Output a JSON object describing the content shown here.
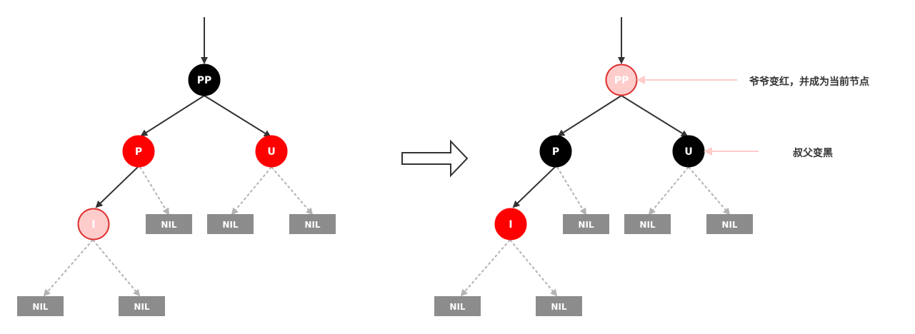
{
  "colors": {
    "black_node": "#000000",
    "red_node": "#ff0000",
    "pink_fill": "#ffcccc",
    "pink_stroke": "#e03030",
    "nil_fill": "#8c8c8c",
    "edge_solid": "#333333",
    "edge_dashed": "#b3b3b3",
    "annotation_arrow": "#ffcccc"
  },
  "before": {
    "nodes": [
      {
        "id": "pp",
        "label": "PP",
        "color": "black"
      },
      {
        "id": "p",
        "label": "P",
        "color": "red"
      },
      {
        "id": "u",
        "label": "U",
        "color": "red"
      },
      {
        "id": "i",
        "label": "I",
        "color": "pink"
      }
    ],
    "nil_label": "NIL"
  },
  "after": {
    "nodes": [
      {
        "id": "pp",
        "label": "PP",
        "color": "pink"
      },
      {
        "id": "p",
        "label": "P",
        "color": "black"
      },
      {
        "id": "u",
        "label": "U",
        "color": "black"
      },
      {
        "id": "i",
        "label": "I",
        "color": "red"
      }
    ],
    "nil_label": "NIL"
  },
  "annotations": {
    "grandparent_note": "爷爷变红，并成为当前节点",
    "uncle_note": "叔父变黑"
  },
  "transition_icon": "right-arrow-icon"
}
